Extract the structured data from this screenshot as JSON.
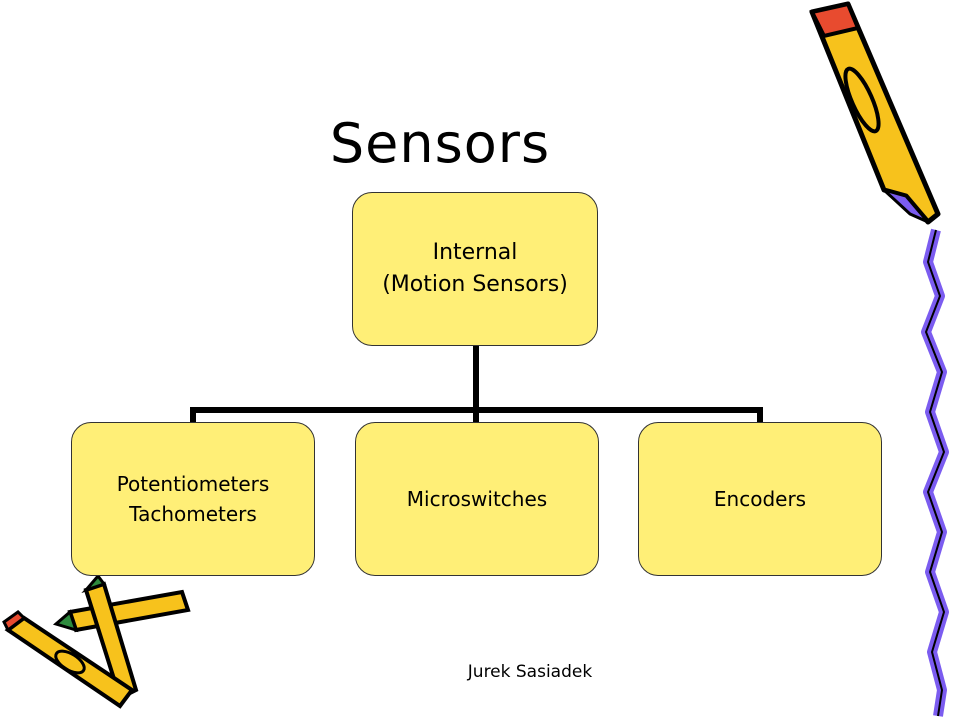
{
  "title": "Sensors",
  "diagram": {
    "root": {
      "line1": "Internal",
      "line2": "(Motion Sensors)"
    },
    "children": [
      {
        "line1": "Potentiometers",
        "line2": "Tachometers"
      },
      {
        "line1": "Microswitches",
        "line2": ""
      },
      {
        "line1": "Encoders",
        "line2": ""
      }
    ]
  },
  "footer": "Jurek Sasiadek",
  "colors": {
    "node_fill": "#ffef77",
    "connector": "#000000",
    "accent_purple": "#7b5cf0"
  },
  "decorations": [
    "pencil-icon",
    "pencils-group-icon",
    "zigzag-border"
  ]
}
